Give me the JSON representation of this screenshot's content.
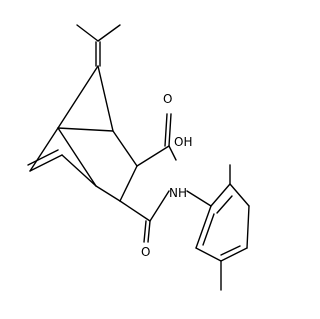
{
  "molecule": {
    "atoms": {
      "acid_oh": "OH",
      "acid_o": "O",
      "amide_o": "O",
      "amide_nh": "NH"
    }
  }
}
